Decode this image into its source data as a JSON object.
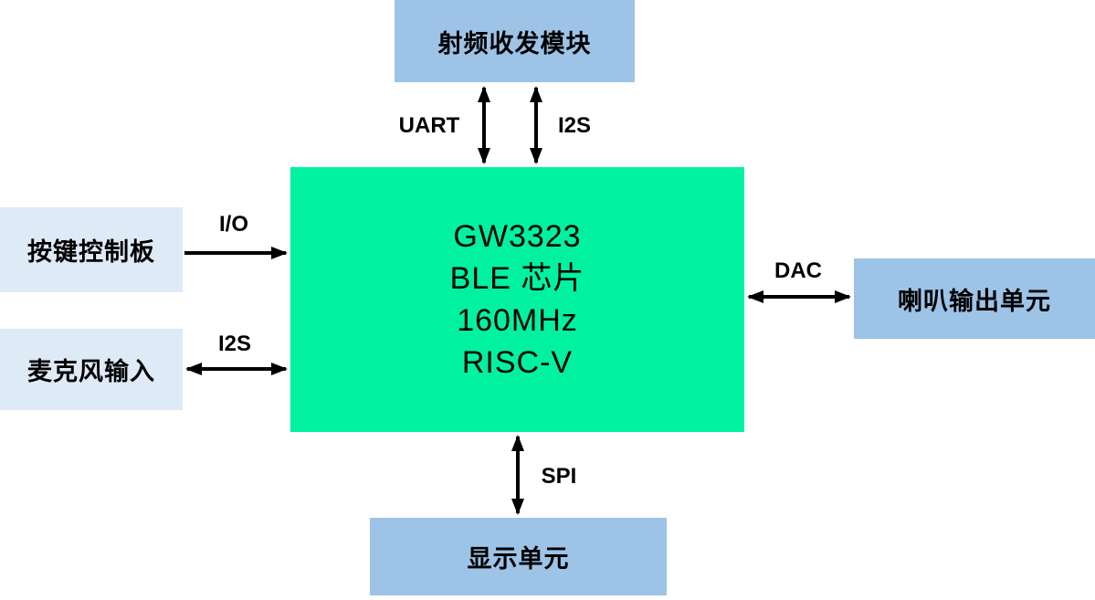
{
  "diagram": {
    "description": "BLE chip system block diagram"
  },
  "nodes": {
    "rf_module": {
      "label": "射频收发模块"
    },
    "chip": {
      "lines": [
        "GW3323",
        "BLE 芯片",
        "160MHz",
        "RISC-V"
      ]
    },
    "button_board": {
      "label": "按键控制板"
    },
    "mic_input": {
      "label": "麦克风输入"
    },
    "speaker_output": {
      "label": "喇叭输出单元"
    },
    "display_unit": {
      "label": "显示单元"
    }
  },
  "connections": {
    "uart": {
      "label": "UART",
      "from": "rf_module",
      "to": "chip",
      "direction": "bidirectional"
    },
    "i2s_top": {
      "label": "I2S",
      "from": "rf_module",
      "to": "chip",
      "direction": "bidirectional"
    },
    "io": {
      "label": "I/O",
      "from": "button_board",
      "to": "chip",
      "direction": "one-way"
    },
    "i2s_left": {
      "label": "I2S",
      "from": "mic_input",
      "to": "chip",
      "direction": "bidirectional"
    },
    "dac": {
      "label": "DAC",
      "from": "chip",
      "to": "speaker_output",
      "direction": "bidirectional"
    },
    "spi": {
      "label": "SPI",
      "from": "chip",
      "to": "display_unit",
      "direction": "bidirectional"
    }
  },
  "colors": {
    "chip_fill": "#00F2A0",
    "module_fill": "#9DC3E6",
    "input_fill": "#DEEAF6",
    "arrow": "#000000",
    "text": "#000000"
  }
}
